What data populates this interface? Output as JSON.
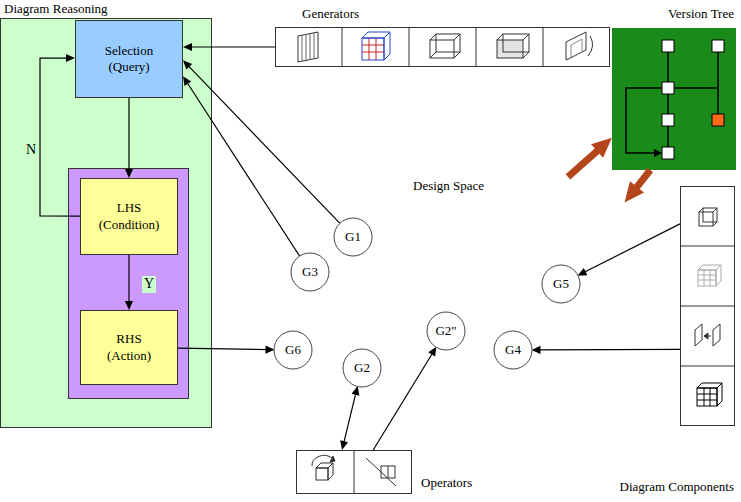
{
  "diagram": {
    "nodes": [
      {
        "text": [
          "Diagram Reasoning"
        ]
      },
      {
        "text": [
          "Selection (Query)"
        ],
        "in": 0
      },
      {
        "text": [
          "LHS (Condition)"
        ],
        "in": 0
      },
      {
        "text": [
          "RHS (Action)"
        ],
        "in": 0
      },
      {
        "text": [
          "Generators"
        ]
      },
      {
        "text": [
          "Version Tree"
        ]
      },
      {
        "text": [
          "Design Space"
        ]
      },
      {
        "text": [
          "G1"
        ],
        "in": 6
      },
      {
        "text": [
          "G3"
        ],
        "in": 6
      },
      {
        "text": [
          "G5"
        ],
        "in": 6
      },
      {
        "text": [
          "G2\""
        ],
        "in": 6
      },
      {
        "text": [
          "G6"
        ],
        "in": 6
      },
      {
        "text": [
          "G4"
        ],
        "in": 6
      },
      {
        "text": [
          "G2"
        ],
        "in": 6
      },
      {
        "text": [
          "Operators"
        ]
      },
      {
        "text": [
          "Diagram Components"
        ]
      }
    ],
    "edges": [
      {
        "from": 4,
        "to": 1,
        "arrow": "to"
      },
      {
        "from": 7,
        "to": 1,
        "arrow": "to"
      },
      {
        "from": 8,
        "to": 1,
        "arrow": "to"
      },
      {
        "from": 1,
        "to": 2,
        "arrow": "to"
      },
      {
        "from": 2,
        "to": 1,
        "label": "N",
        "arrow": "to"
      },
      {
        "from": 2,
        "to": 3,
        "label": "Y",
        "arrow": "to"
      },
      {
        "from": 3,
        "to": 11,
        "arrow": "to"
      },
      {
        "from": 13,
        "to": 14,
        "arrow": "both"
      },
      {
        "from": 14,
        "to": 10,
        "arrow": "to"
      },
      {
        "from": 15,
        "to": 9,
        "arrow": "to"
      },
      {
        "from": 15,
        "to": 12,
        "arrow": "to"
      },
      {
        "from": 6,
        "to": 5,
        "arrow": "to"
      },
      {
        "from": 5,
        "to": 6,
        "arrow": "to"
      }
    ]
  }
}
